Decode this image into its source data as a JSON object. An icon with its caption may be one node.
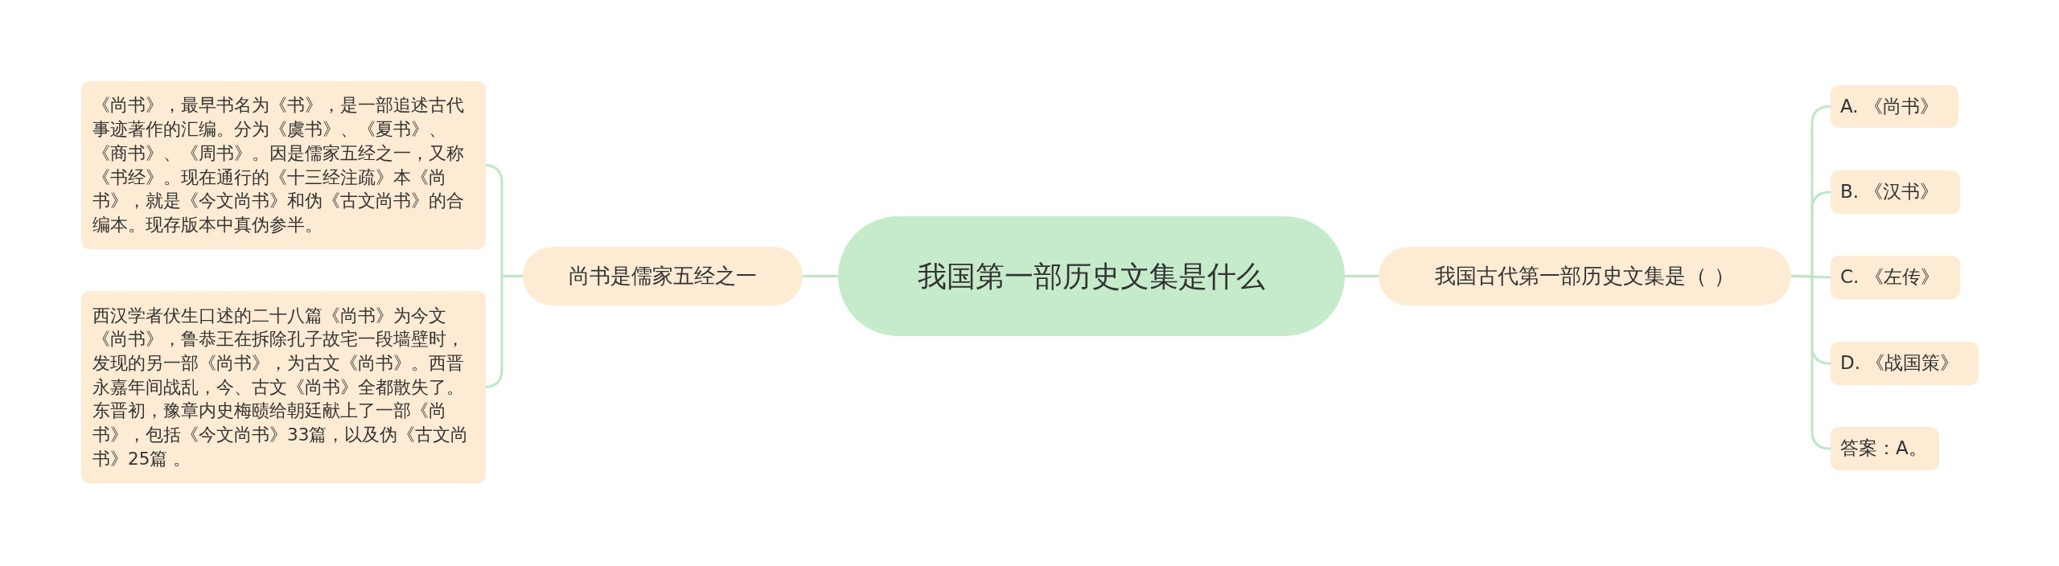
{
  "diagram": {
    "nodes": [
      {
        "text": [
          "我国第一部历史文集是什么"
        ]
      },
      {
        "text": [
          "尚书是儒家五经之一"
        ]
      },
      {
        "text": [
          "《尚书》，最早书名为《书》，是一部追述古代事迹著作的汇编。分为《虞书》、《夏书》、《商书》、《周书》。因是儒家五经之一，又称《书经》。现在通行的《十三经注疏》本《尚书》，就是《今文尚书》和伪《古文尚书》的合编本。现存版本中真伪参半。"
        ]
      },
      {
        "text": [
          "西汉学者伏生口述的二十八篇《尚书》为今文《尚书》，鲁恭王在拆除孔子故宅一段墙壁时，发现的另一部《尚书》，为古文《尚书》。西晋永嘉年间战乱，今、古文《尚书》全都散失了。东晋初，豫章内史梅赜给朝廷献上了一部《尚书》，包括《今文尚书》33篇，以及伪《古文尚书》25篇 。"
        ]
      },
      {
        "text": [
          "我国古代第一部历史文集是（ ）"
        ]
      },
      {
        "text": [
          "A. 《尚书》"
        ]
      },
      {
        "text": [
          "B. 《汉书》"
        ]
      },
      {
        "text": [
          "C. 《左传》"
        ]
      },
      {
        "text": [
          "D. 《战国策》"
        ]
      },
      {
        "text": [
          "答案：A。"
        ]
      }
    ],
    "edges": [
      {
        "from": 0,
        "to": 1,
        "arrow": "none"
      },
      {
        "from": 1,
        "to": 2,
        "arrow": "none"
      },
      {
        "from": 1,
        "to": 3,
        "arrow": "none"
      },
      {
        "from": 0,
        "to": 4,
        "arrow": "none"
      },
      {
        "from": 4,
        "to": 5,
        "arrow": "none"
      },
      {
        "from": 4,
        "to": 6,
        "arrow": "none"
      },
      {
        "from": 4,
        "to": 7,
        "arrow": "none"
      },
      {
        "from": 4,
        "to": 8,
        "arrow": "none"
      },
      {
        "from": 4,
        "to": 9,
        "arrow": "none"
      }
    ]
  }
}
